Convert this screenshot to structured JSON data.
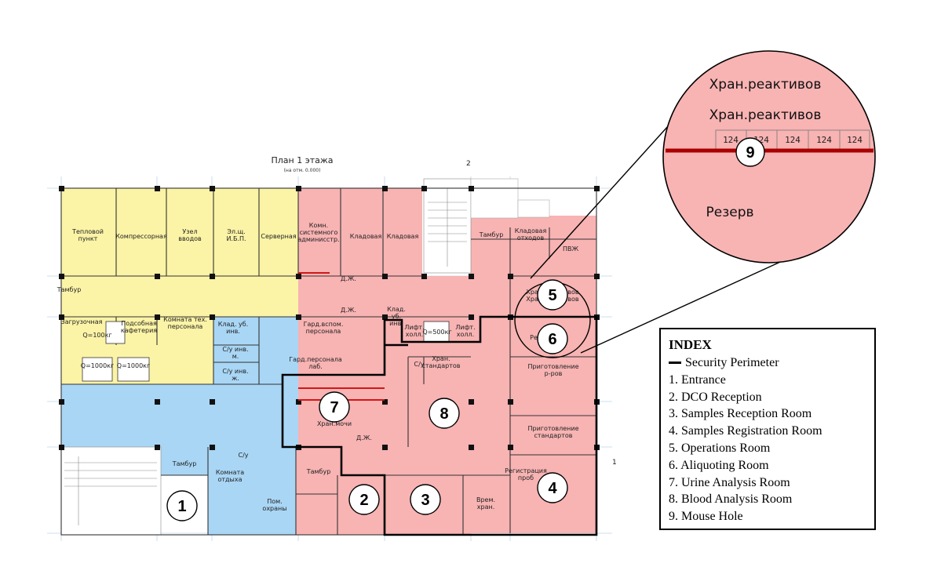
{
  "plan": {
    "title": "План 1 этажа",
    "subtitle": "(на отм. 0.000)",
    "section_mark": "2",
    "section_mark_right": "1"
  },
  "rooms": {
    "teplovoy": [
      "Тепловой",
      "пункт"
    ],
    "kompressor": "Компрессорная",
    "uzel": [
      "Узел",
      "вводов"
    ],
    "elsch": [
      "Эл.щ.",
      "И.Б.П."
    ],
    "server": "Серверная",
    "admin": [
      "Комн.",
      "системного",
      "админисстр."
    ],
    "klad1": "Кладовая",
    "klad2": "Кладовая",
    "tambur_top": "Тамбур",
    "klad_otx": [
      "Кладовая",
      "отходов"
    ],
    "pvzh": "ПВЖ",
    "tambur_left": "Тамбур",
    "zagruz": "Загрузочная",
    "q100": "Q=100кг",
    "podsob": [
      "Подсобная",
      "кафетерия"
    ],
    "komn_tex": [
      "Комната тех.",
      "персонала"
    ],
    "klad_ub": [
      "Клад. уб.",
      "инв."
    ],
    "su_m": [
      "С/у инв.",
      "м."
    ],
    "su_zh": [
      "С/у инв.",
      "ж."
    ],
    "q1000a": "Q=1000кг",
    "q1000b": "Q=1000кг",
    "dzh1": "Д.Ж.",
    "dzh2": "Д.Ж.",
    "dzh3": "Д.Ж.",
    "gard_vsp": [
      "Гард.вспом.",
      "персонала"
    ],
    "gard_lab": [
      "Гард.персонала",
      "лаб."
    ],
    "klad_ub2": [
      "Клад.",
      "уб.",
      "инв."
    ],
    "lift1": [
      "Лифт.",
      "холл."
    ],
    "q500": "Q=500кг",
    "lift2": [
      "Лифт.",
      "холл."
    ],
    "hran_std": [
      "Хран.",
      "стандартов"
    ],
    "su": "С/у",
    "prig_rrov": [
      "Приготовление",
      "р-ров"
    ],
    "prig_std": [
      "Приготовление",
      "стандартов"
    ],
    "hran_mochi": "Хран.мочи",
    "tambur_bottom": "Тамбур",
    "su_bottom": "С/у",
    "komn_otd": [
      "Комната",
      "отдыха"
    ],
    "pom_ohr": [
      "Пом.",
      "охраны"
    ],
    "tambur_entr": "Тамбур",
    "reg_prob": [
      "Регистрация",
      "проб"
    ],
    "vrem_hran": [
      "Врем.",
      "хран."
    ],
    "hran_reak": [
      "Хран.реактивов",
      "Хран.реактивов"
    ],
    "rez": "Ре"
  },
  "zoom": {
    "line1": "Хран.реактивов",
    "line2": "Хран.реактивов",
    "cells": [
      "124",
      "124",
      "124",
      "124",
      "124"
    ],
    "marker": "9",
    "bottom_text": "Резерв"
  },
  "markers": [
    "1",
    "2",
    "3",
    "4",
    "5",
    "6",
    "7",
    "8"
  ],
  "legend": {
    "title": "INDEX",
    "items": [
      "Security Perimeter",
      "1. Entrance",
      "2. DCO Reception",
      "3. Samples Reception Room",
      "4. Samples Registration Room",
      "5. Operations Room",
      "6. Aliquoting Room",
      "7. Urine Analysis Room",
      "8. Blood Analysis Room",
      "9. Mouse Hole"
    ]
  },
  "colors": {
    "yellow_zone": "#fbf3a6",
    "blue_zone": "#a9d6f5",
    "red_zone": "#f8b3b3",
    "perimeter": "#000000",
    "accent_red": "#d01818"
  }
}
